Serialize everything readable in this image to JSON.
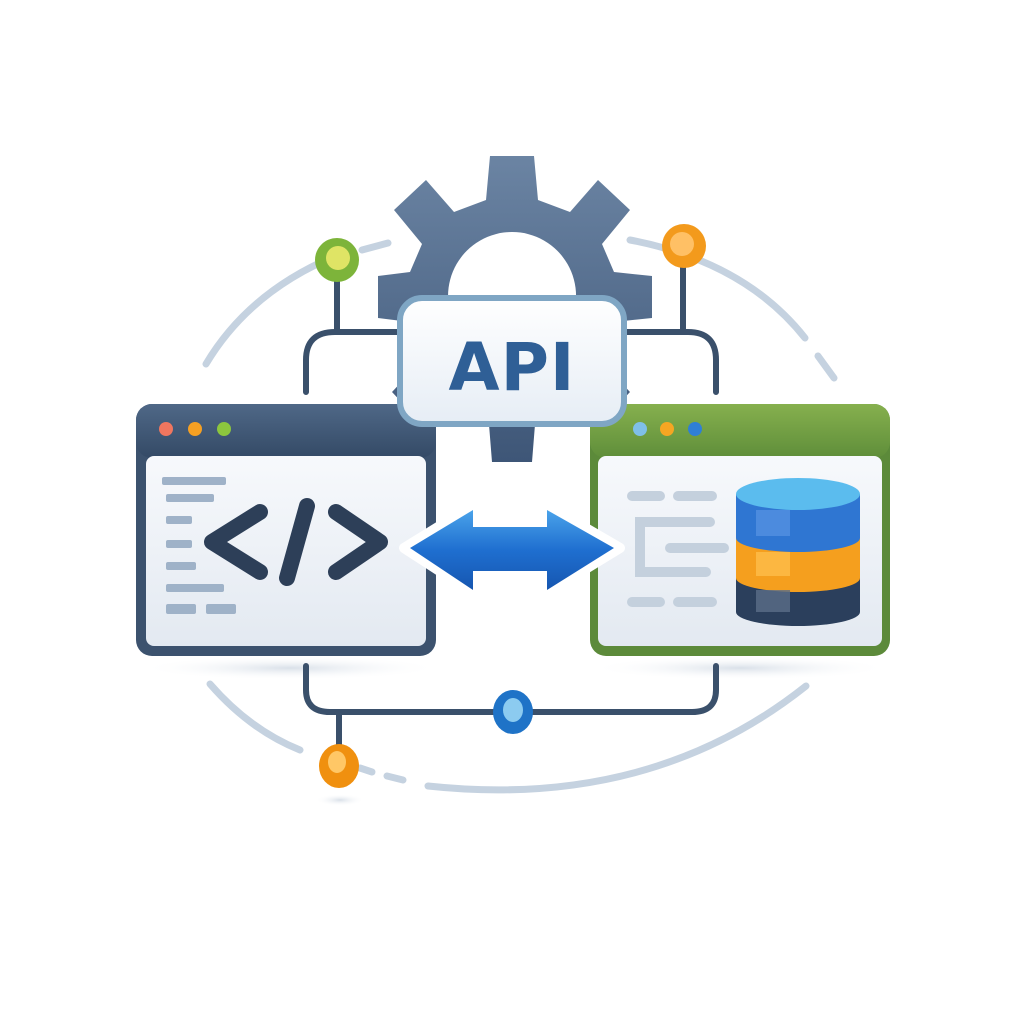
{
  "diagram": {
    "title": "API integration illustration",
    "center_badge": {
      "label": "API",
      "icon": "gear-icon"
    },
    "client_window": {
      "role": "client / code editor",
      "icon": "code-brackets-icon",
      "code_symbol": "</>",
      "traffic_lights": [
        "#f0765f",
        "#f5a023",
        "#8cc63e"
      ],
      "titlebar_color": "#3d5573"
    },
    "server_window": {
      "role": "server / database",
      "icon": "database-icon",
      "traffic_lights": [
        "#7fbfe8",
        "#f5a623",
        "#2f7fd6"
      ],
      "titlebar_color": "#6b9a44",
      "database_layers": [
        "#2f76d2",
        "#f5a21e",
        "#2b3f5c"
      ]
    },
    "connector": {
      "icon": "double-arrow-icon",
      "color": "#1f6fd0"
    },
    "nodes": [
      {
        "name": "node-top-left",
        "color": "#8cc63e"
      },
      {
        "name": "node-top-right",
        "color": "#f59a1b"
      },
      {
        "name": "node-bottom-center",
        "color": "#2f7fd6"
      },
      {
        "name": "node-bottom-left",
        "color": "#f59a1b"
      }
    ],
    "colors": {
      "line": "#3a506b",
      "orbit": "#c5d2e0",
      "gear": "#4a6283"
    }
  }
}
